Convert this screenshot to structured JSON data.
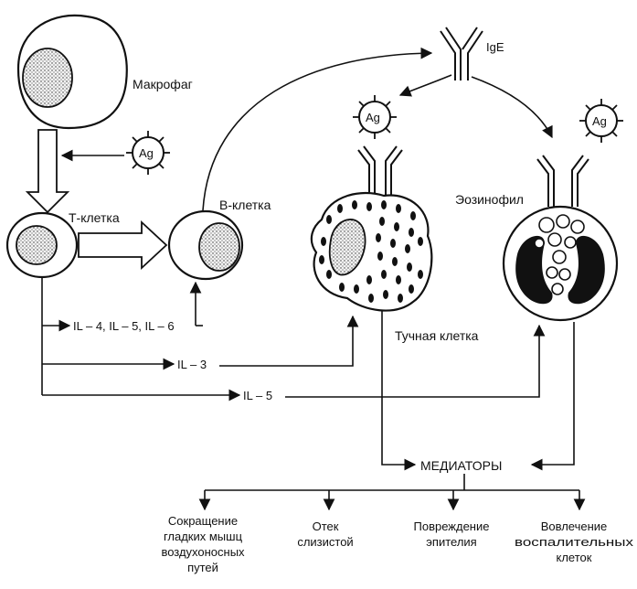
{
  "labels": {
    "macrophage": "Макрофаг",
    "t_cell": "Т-клетка",
    "b_cell": "В-клетка",
    "ige": "IgE",
    "eosinophil": "Эозинофил",
    "mast_cell": "Тучная клетка",
    "antigen": "Ag",
    "il_4_5_6": "IL – 4, IL – 5, IL – 6",
    "il_3": "IL – 3",
    "il_5": "IL – 5",
    "mediators": "МЕДИАТОРЫ"
  },
  "effects": [
    {
      "lines": [
        "Сокращение",
        "гладких мышц",
        "воздухоносных",
        "путей"
      ]
    },
    {
      "lines": [
        "Отек",
        "слизистой"
      ]
    },
    {
      "lines": [
        "Повреждение",
        "эпителия"
      ]
    },
    {
      "lines": [
        "Вовлечение",
        "воспалительных",
        "клеток"
      ]
    }
  ]
}
